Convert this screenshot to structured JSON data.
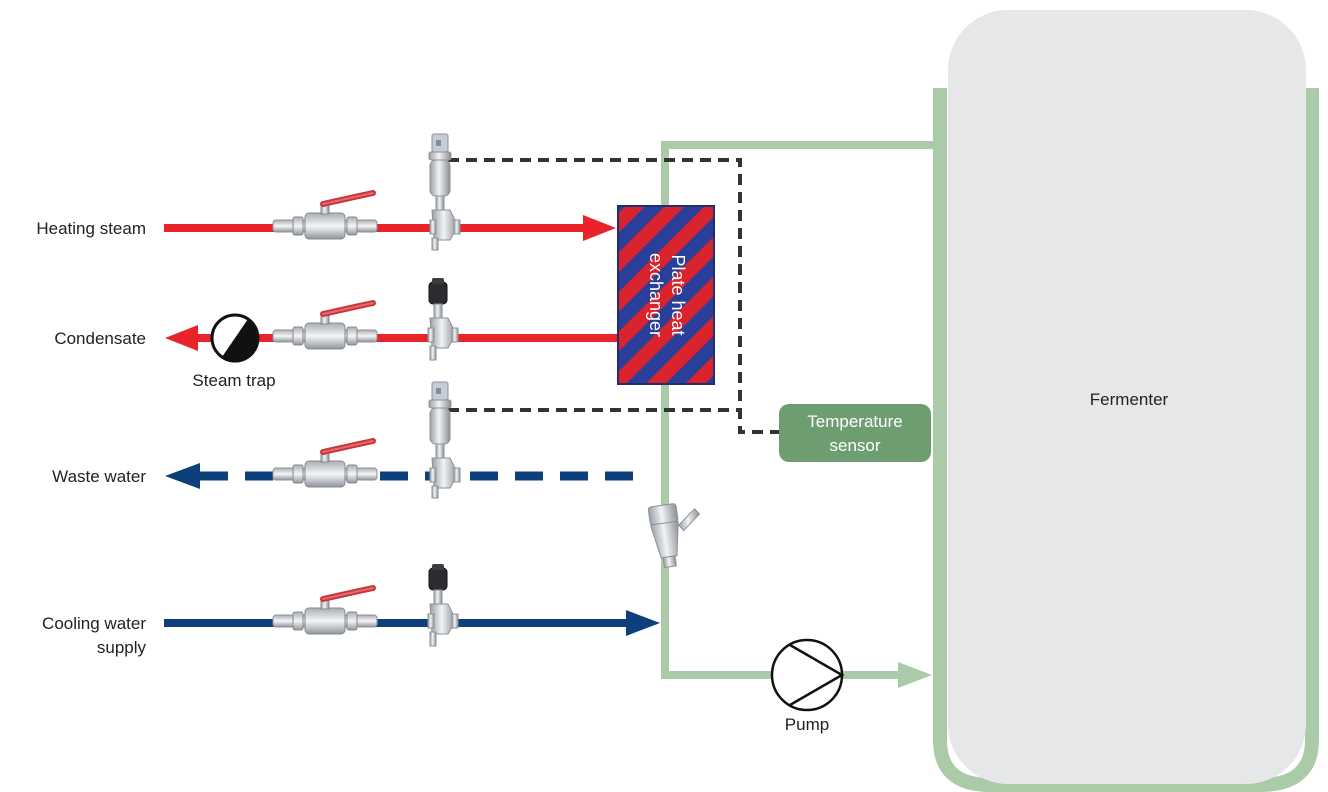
{
  "labels": {
    "heating_steam": "Heating steam",
    "condensate": "Condensate",
    "steam_trap": "Steam trap",
    "waste_water": "Waste water",
    "cooling_water_line1": "Cooling water",
    "cooling_water_line2": "supply",
    "plate_heat_line1": "Plate heat",
    "plate_heat_line2": "exchanger",
    "temperature_line1": "Temperature",
    "temperature_line2": "sensor",
    "fermenter": "Fermenter",
    "pump": "Pump"
  },
  "colors": {
    "steam_red": "#e8232a",
    "water_blue": "#0d3f7a",
    "loop_green": "#aacaa8",
    "sensor_green": "#6f9d72",
    "fermenter_fill": "#e6e7e9",
    "signal_dash": "#333333"
  },
  "icons": {
    "ball_valve": "ball-valve-icon",
    "angle_seat_valve": "angle-seat-valve-icon",
    "pump": "pump-icon",
    "steam_trap": "steam-trap-icon",
    "strainer": "strainer-icon"
  }
}
